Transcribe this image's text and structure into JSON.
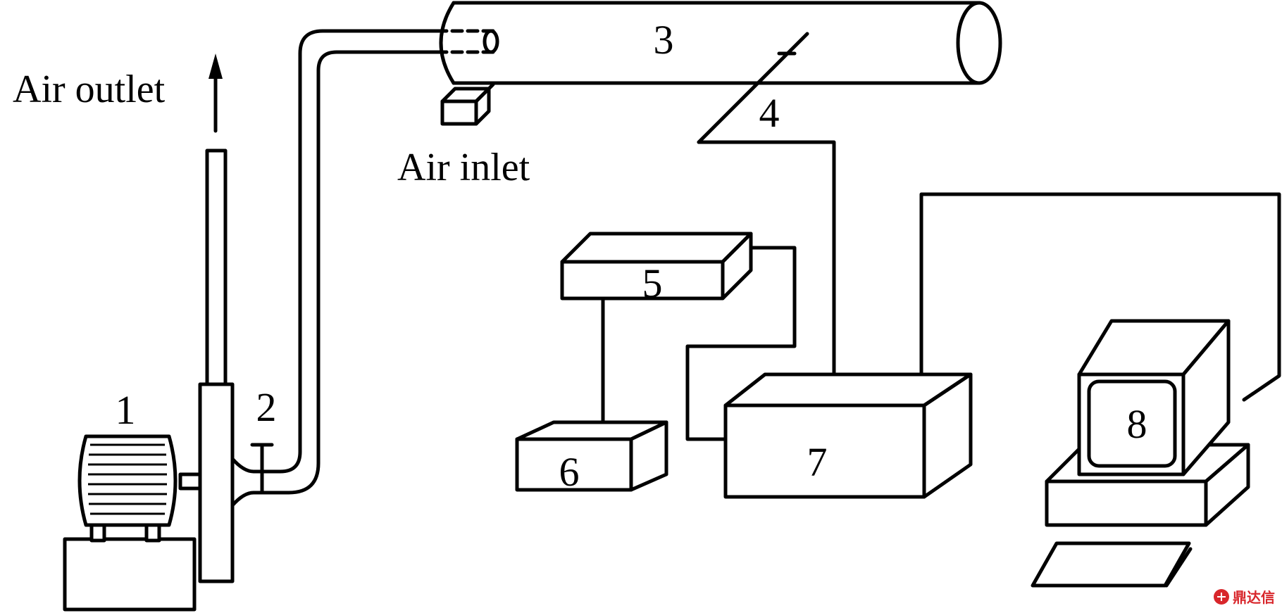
{
  "labels": {
    "motor": "1",
    "valve": "2",
    "tube": "3",
    "probe": "4",
    "unit5": "5",
    "unit6": "6",
    "unit7": "7",
    "computer": "8"
  },
  "annotations": {
    "air_outlet": "Air outlet",
    "air_inlet": "Air inlet"
  },
  "watermark": "鼎达信",
  "icons": [
    "up-arrow-icon",
    "watermark-logo-icon"
  ],
  "colors": {
    "line": "#000000",
    "background": "#ffffff",
    "watermark": "#d8262b"
  }
}
